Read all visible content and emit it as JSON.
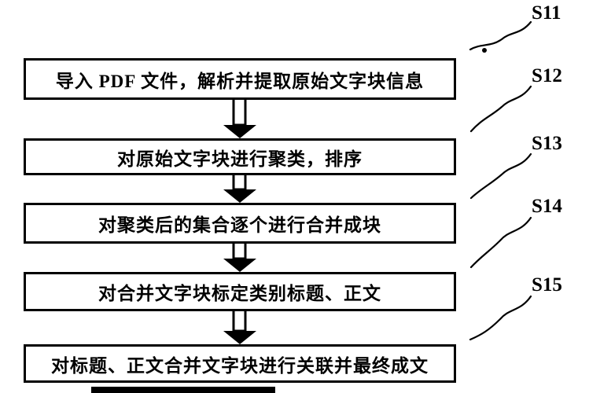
{
  "figure": {
    "type": "flowchart",
    "direction": "top-down",
    "colors": {
      "ink": "#000000",
      "background": "#ffffff"
    }
  },
  "steps": [
    {
      "label": "S11",
      "text": "导入 PDF 文件，解析并提取原始文字块信息"
    },
    {
      "label": "S12",
      "text": "对原始文字块进行聚类，排序"
    },
    {
      "label": "S13",
      "text": "对聚类后的集合逐个进行合并成块"
    },
    {
      "label": "S14",
      "text": "对合并文字块标定类别标题、正文"
    },
    {
      "label": "S15",
      "text": "对标题、正文合并文字块进行关联并最终成文"
    }
  ]
}
